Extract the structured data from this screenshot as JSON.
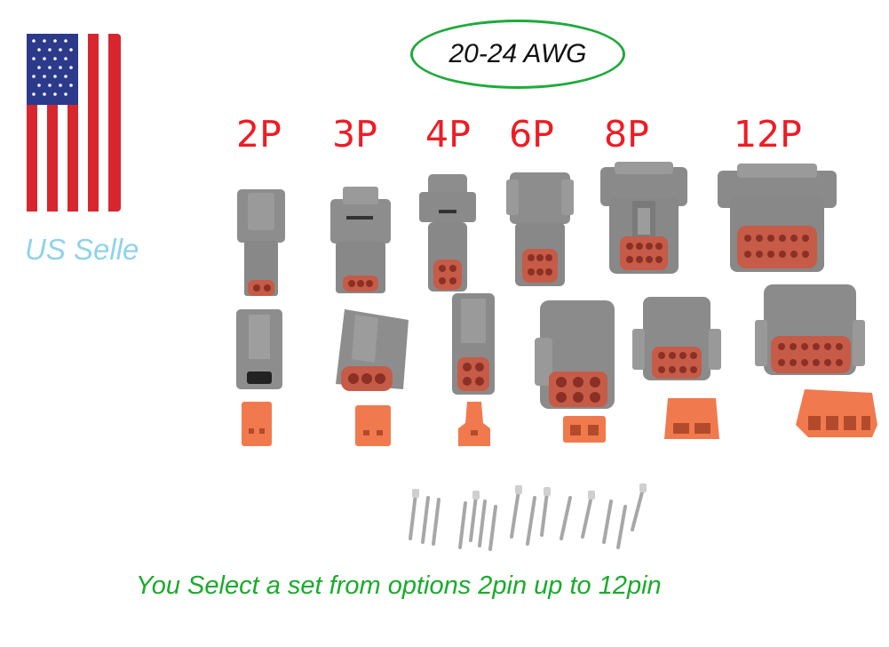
{
  "awg_label": "20-24 AWG",
  "badge": "US Selle",
  "pin_sizes": [
    "2P",
    "3P",
    "4P",
    "6P",
    "8P",
    "12P"
  ],
  "caption": "You Select a set from options 2pin up to 12pin",
  "colors": {
    "connector_gray": "#8c8c8c",
    "pin_insert": "#c75a48",
    "wedge_orange": "#f07a4e",
    "awg_ring": "#1faa3c",
    "label_red": "#ee1c24",
    "caption_green": "#1aab2c",
    "seller_blue": "#8fd3ea"
  }
}
